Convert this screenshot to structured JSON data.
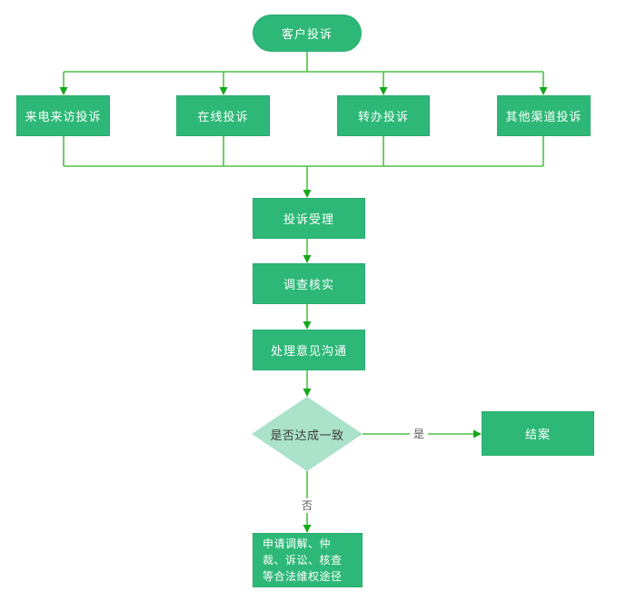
{
  "nodes": {
    "start": {
      "label": "客户投诉",
      "type": "terminator"
    },
    "channel_phone": {
      "label": "来电来访投诉",
      "type": "process"
    },
    "channel_online": {
      "label": "在线投诉",
      "type": "process"
    },
    "channel_transfer": {
      "label": "转办投诉",
      "type": "process"
    },
    "channel_other": {
      "label": "其他渠道投诉",
      "type": "process"
    },
    "accept": {
      "label": "投诉受理",
      "type": "process"
    },
    "investigate": {
      "label": "调查核实",
      "type": "process"
    },
    "communicate": {
      "label": "处理意见沟通",
      "type": "process"
    },
    "decision": {
      "label": "是否达成一致",
      "type": "decision"
    },
    "close": {
      "label": "结案",
      "type": "process"
    },
    "legal": {
      "label": "申请调解、仲裁、诉讼、核查等合法维权途径",
      "type": "process"
    }
  },
  "edge_labels": {
    "yes": "是",
    "no": "否"
  },
  "edges": [
    {
      "from": "start",
      "to": "channel_phone"
    },
    {
      "from": "start",
      "to": "channel_online"
    },
    {
      "from": "start",
      "to": "channel_transfer"
    },
    {
      "from": "start",
      "to": "channel_other"
    },
    {
      "from": "channel_phone",
      "to": "accept"
    },
    {
      "from": "channel_online",
      "to": "accept"
    },
    {
      "from": "channel_transfer",
      "to": "accept"
    },
    {
      "from": "channel_other",
      "to": "accept"
    },
    {
      "from": "accept",
      "to": "investigate"
    },
    {
      "from": "investigate",
      "to": "communicate"
    },
    {
      "from": "communicate",
      "to": "decision"
    },
    {
      "from": "decision",
      "to": "close",
      "label": "是"
    },
    {
      "from": "decision",
      "to": "legal",
      "label": "否"
    }
  ],
  "colors": {
    "node_fill": "#2EB878",
    "node_text": "#FFFFFF",
    "decision_fill": "#ABE2CA",
    "decision_text": "#3D3D3D",
    "line": "#4DC247",
    "arrow": "#14A81C",
    "edge_label": "#595959",
    "background": "#FFFFFF"
  }
}
